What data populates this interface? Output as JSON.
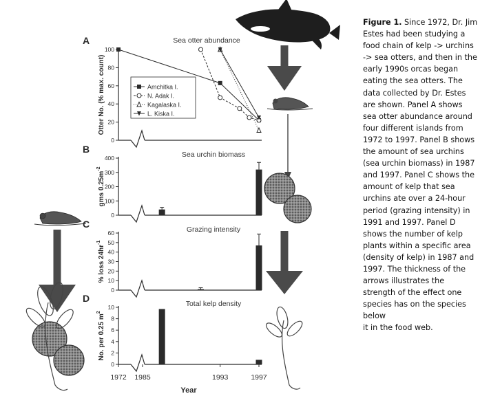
{
  "caption": {
    "label": "Figure 1.",
    "lines": [
      " Since 1972, Dr. Jim",
      "Estes had been studying a",
      "food chain of kelp -> urchins",
      "-> sea otters, and then in the",
      "early 1990s orcas began",
      "eating the sea otters. The",
      "data collected by Dr. Estes",
      "are shown. Panel A shows",
      "sea otter abundance around",
      "four different islands from",
      "1972 to 1997. Panel B shows",
      "the amount of sea urchins",
      "(sea urchin biomass) in 1987",
      "and 1997. Panel C shows the",
      "amount of kelp that sea",
      "urchins ate over a 24-hour",
      "period (grazing intensity) in",
      "1991 and 1997. Panel D",
      "shows the number of kelp",
      "plants within a specific area",
      "(density of kelp) in 1987 and",
      "1997. The thickness of the",
      "arrows illustrates the",
      "strength of the effect one",
      "species has on the species",
      "below",
      "it in the food web."
    ]
  },
  "chart_data": [
    {
      "panel": "A",
      "type": "line",
      "title": "Sea otter abundance",
      "ylabel": "Otter No. (% max. count)",
      "ylim": [
        0,
        100
      ],
      "yticks": [
        0,
        20,
        40,
        60,
        80,
        100
      ],
      "series": [
        {
          "name": "Amchitka I.",
          "marker": "filled-square",
          "x": [
            1972,
            1993,
            1997
          ],
          "y": [
            100,
            63,
            22
          ]
        },
        {
          "name": "N. Adak I.",
          "marker": "open-circle",
          "x": [
            1991,
            1993,
            1995,
            1996,
            1997
          ],
          "y": [
            100,
            47,
            35,
            25,
            22
          ]
        },
        {
          "name": "Kagalaska I.",
          "marker": "open-triangle",
          "x": [
            1993,
            1997
          ],
          "y": [
            100,
            11
          ]
        },
        {
          "name": "L. Kiska I.",
          "marker": "filled-triangle-down",
          "x": [
            1993,
            1997
          ],
          "y": [
            100,
            25
          ]
        }
      ]
    },
    {
      "panel": "B",
      "type": "bar",
      "title": "Sea urchin biomass",
      "ylabel": "gms 0.25m",
      "ylabel_sup": "-2",
      "ylim": [
        0,
        400
      ],
      "yticks": [
        0,
        100,
        200,
        300,
        400
      ],
      "x": [
        1987,
        1997
      ],
      "values": [
        40,
        320
      ],
      "errors": [
        15,
        50
      ]
    },
    {
      "panel": "C",
      "type": "bar",
      "title": "Grazing intensity",
      "ylabel": "% loss 24hr",
      "ylabel_sup": "-1",
      "ylim": [
        0,
        60
      ],
      "yticks": [
        0,
        10,
        20,
        30,
        40,
        50,
        60
      ],
      "x": [
        1991,
        1997
      ],
      "values": [
        1,
        47
      ],
      "errors": [
        1.5,
        12
      ]
    },
    {
      "panel": "D",
      "type": "bar",
      "title": "Total kelp density",
      "ylabel": "No. per 0.25 m",
      "ylabel_sup": "2",
      "ylim": [
        0,
        10
      ],
      "yticks": [
        0,
        2,
        4,
        6,
        8,
        10
      ],
      "x": [
        1987,
        1997
      ],
      "values": [
        9.7,
        0.8
      ],
      "errors": [
        0,
        0
      ],
      "xlabel": "Year",
      "xticks": [
        1972,
        1985,
        1993,
        1997
      ]
    }
  ],
  "colors": {
    "ink": "#2b2b2b",
    "orca": "#1e1e1e",
    "urchin": "#6a6a6a",
    "kelp": "#444444"
  }
}
